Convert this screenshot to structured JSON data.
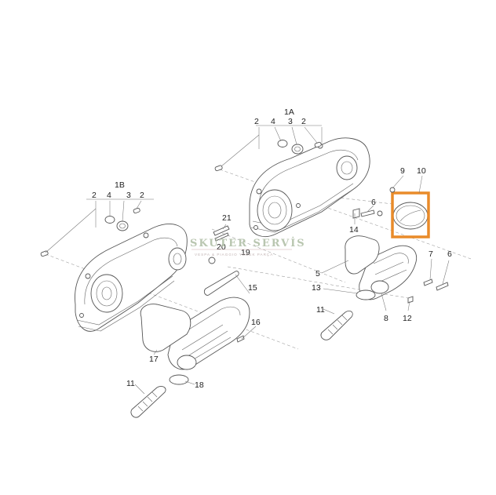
{
  "callouts": {
    "g1a": "1A",
    "g1b": "1B",
    "n2a": "2",
    "n4a": "4",
    "n3a": "3",
    "n2b": "2",
    "n2c": "2",
    "n4b": "4",
    "n3b": "3",
    "n2d": "2",
    "n9": "9",
    "n10": "10",
    "n6a": "6",
    "n14": "14",
    "n21": "21",
    "n20": "20",
    "n19": "19",
    "n15": "15",
    "n5": "5",
    "n7": "7",
    "n6b": "6",
    "n13": "13",
    "n11a": "11",
    "n8": "8",
    "n12": "12",
    "n16": "16",
    "n17": "17",
    "n18": "18",
    "n11b": "11"
  },
  "watermark": {
    "title": "SKUTER SERVİS",
    "subtitle": "VESPA & PIAGGIO YEDEK PARÇA"
  },
  "highlight": {
    "color": "#e98b2a"
  }
}
